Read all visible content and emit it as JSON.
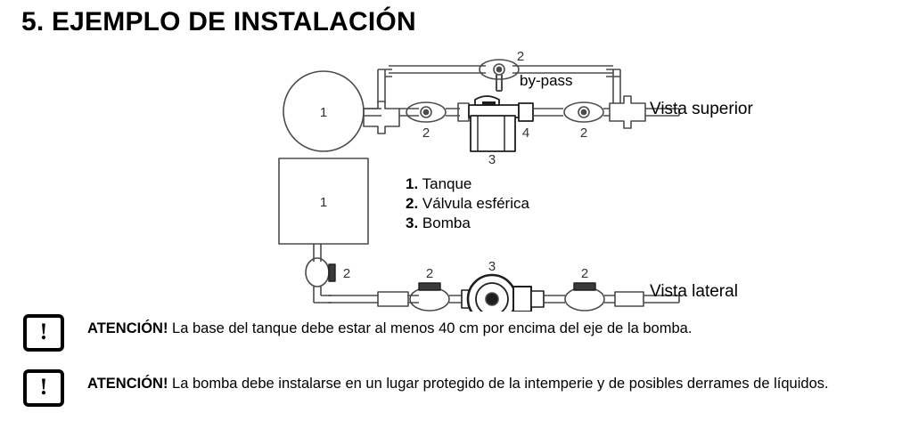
{
  "document": {
    "section_title": "5. EJEMPLO DE INSTALACIÓN"
  },
  "diagram": {
    "top_view": {
      "view_label": "Vista superior",
      "tank_label": "1",
      "bypass_label": "by-pass",
      "bypass_valve_label": "2",
      "inlet_valve_label": "2",
      "outlet_valve_label": "2",
      "pump_label": "3",
      "fitting_label": "4"
    },
    "side_view": {
      "view_label": "Vista lateral",
      "tank_label": "1",
      "tank_valve_label": "2",
      "inlet_valve_label": "2",
      "pump_label": "3",
      "outlet_valve_label": "2"
    }
  },
  "legend": {
    "items": [
      {
        "number": "1.",
        "label": "Tanque"
      },
      {
        "number": "2.",
        "label": "Válvula esférica"
      },
      {
        "number": "3.",
        "label": "Bomba"
      }
    ]
  },
  "notices": [
    {
      "icon": "exclamation-mark",
      "prefix": "ATENCIÓN!",
      "text": "La base del tanque debe estar al menos 40 cm por encima del eje de la bomba."
    },
    {
      "icon": "exclamation-mark",
      "prefix": "ATENCIÓN!",
      "text": "La bomba debe instalarse en un lugar protegido de la intemperie y de posibles derrames de líquidos."
    }
  ],
  "colors": {
    "ink": "#000000",
    "line": "#4b4b4b",
    "background": "#ffffff"
  }
}
